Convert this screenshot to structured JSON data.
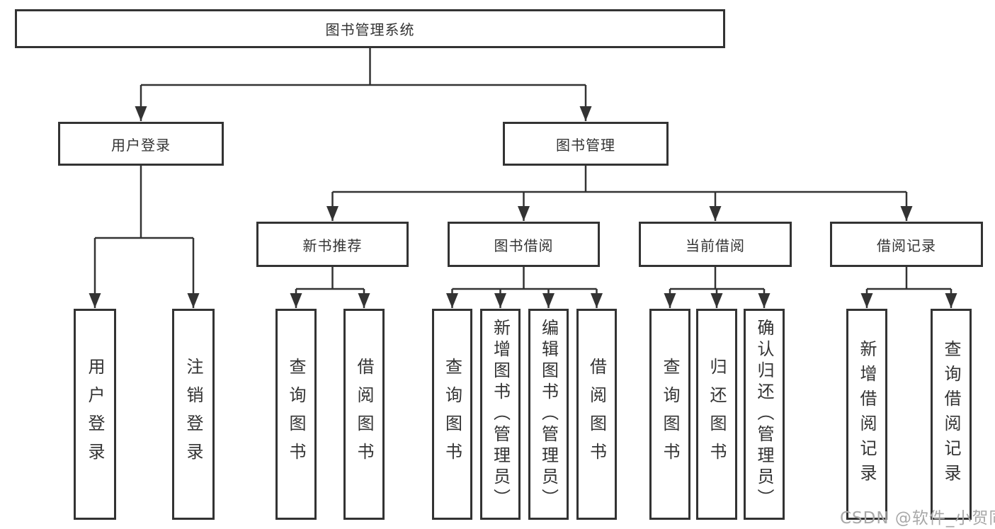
{
  "diagram_type": "hierarchy-tree",
  "colors": {
    "line": "#333333",
    "box_border": "#333333",
    "box_fill": "#ffffff",
    "text": "#333333",
    "watermark": "#a8a8a8"
  },
  "tree": {
    "label": "图书管理系统",
    "children": [
      {
        "label": "用户登录",
        "children": [
          {
            "label": "用户登录"
          },
          {
            "label": "注销登录"
          }
        ]
      },
      {
        "label": "图书管理",
        "children": [
          {
            "label": "新书推荐",
            "children": [
              {
                "label": "查询图书"
              },
              {
                "label": "借阅图书"
              }
            ]
          },
          {
            "label": "图书借阅",
            "children": [
              {
                "label": "查询图书"
              },
              {
                "label": "新增图书（管理员）"
              },
              {
                "label": "编辑图书（管理员）"
              },
              {
                "label": "借阅图书"
              }
            ]
          },
          {
            "label": "当前借阅",
            "children": [
              {
                "label": "查询图书"
              },
              {
                "label": "归还图书"
              },
              {
                "label": "确认归还（管理员）"
              }
            ]
          },
          {
            "label": "借阅记录",
            "children": [
              {
                "label": "新增借阅记录"
              },
              {
                "label": "查询借阅记录"
              }
            ]
          }
        ]
      }
    ]
  },
  "watermark": {
    "text": "CSDN @软件_小贺同学"
  }
}
